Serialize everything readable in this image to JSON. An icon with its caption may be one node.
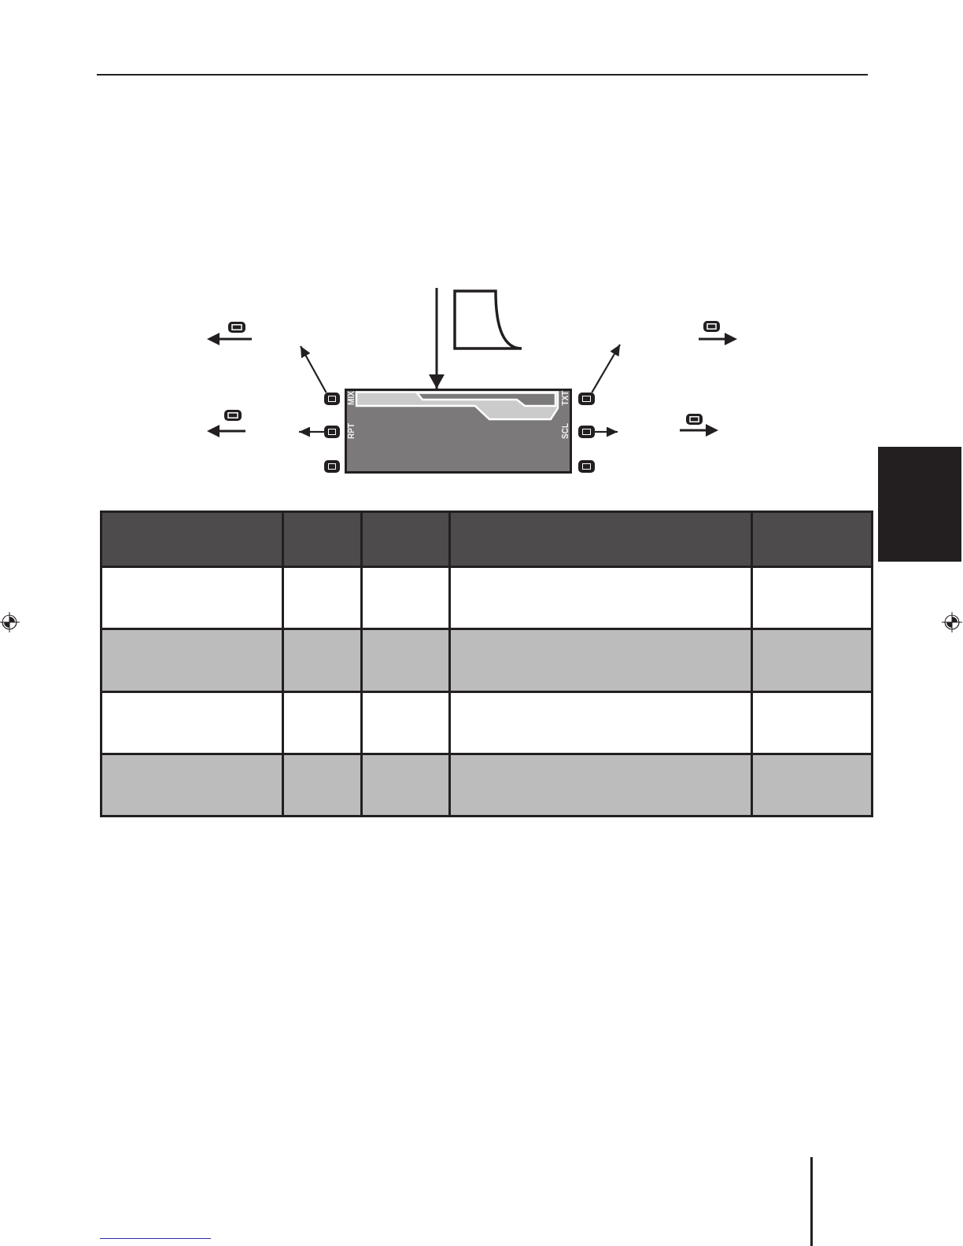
{
  "diagram": {
    "nodes": [
      {
        "text": [],
        "shape": "button"
      },
      {
        "text": [],
        "shape": "button"
      },
      {
        "text": [],
        "shape": "button"
      },
      {
        "text": [
          "MIX",
          "RPT",
          "TXT",
          "SCL"
        ]
      },
      {
        "text": [],
        "shape": "button"
      },
      {
        "text": [],
        "shape": "button"
      },
      {
        "text": [],
        "shape": "button"
      }
    ],
    "edges": [
      {
        "from": 0,
        "to": null,
        "arrow": "to"
      },
      {
        "from": 1,
        "to": null,
        "arrow": "to"
      },
      {
        "from": 4,
        "to": null,
        "arrow": "to"
      },
      {
        "from": 5,
        "to": null,
        "arrow": "to"
      },
      {
        "from": null,
        "to": 3,
        "arrow": "to"
      }
    ]
  }
}
